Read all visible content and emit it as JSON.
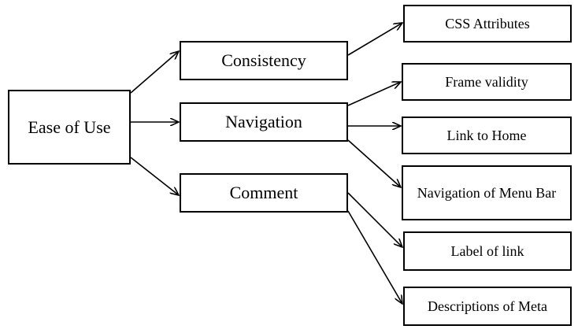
{
  "diagram": {
    "root": {
      "label": "Ease of Use"
    },
    "level1": [
      {
        "label": "Consistency"
      },
      {
        "label": "Navigation"
      },
      {
        "label": "Comment"
      }
    ],
    "level2": [
      {
        "label": "CSS Attributes"
      },
      {
        "label": "Frame validity"
      },
      {
        "label": "Link to Home"
      },
      {
        "label": "Navigation of Menu Bar"
      },
      {
        "label": "Label of link"
      },
      {
        "label": "Descriptions of Meta"
      }
    ]
  }
}
